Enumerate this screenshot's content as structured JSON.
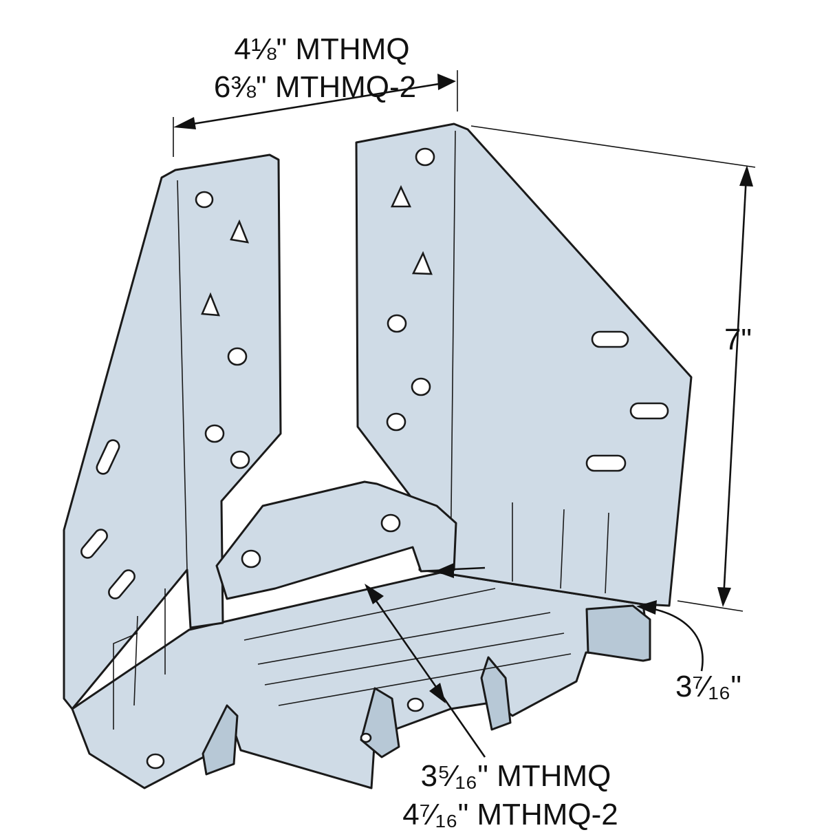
{
  "dimensions": {
    "width_mthmq": "4⅛\" MTHMQ",
    "width_mthmq2": "6⅜\" MTHMQ-2",
    "height": "7\"",
    "seat_depth": "3⁷⁄₁₆\"",
    "seat_width_mthmq": "3⁵⁄₁₆\" MTHMQ",
    "seat_width_mthmq2": "4⁷⁄₁₆\" MTHMQ-2"
  },
  "colors": {
    "steel": "#cfdbe6",
    "steel_shade": "#b7c8d6",
    "outline": "#1a1a1a"
  }
}
